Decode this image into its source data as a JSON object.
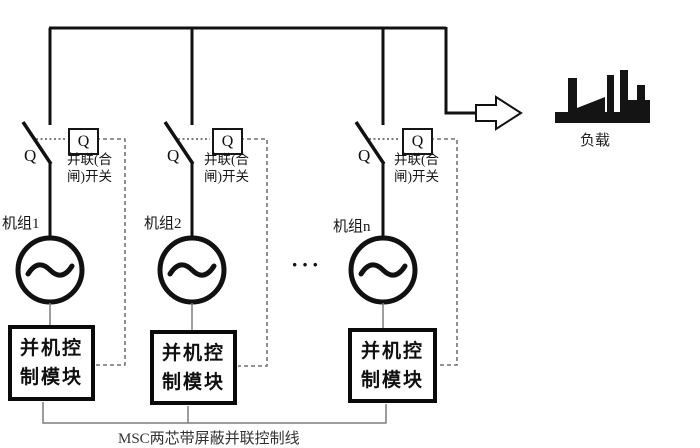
{
  "units": [
    {
      "name": "机组1",
      "switch_label": "Q",
      "breaker_box_label": "Q",
      "breaker_caption_line1": "并联(合",
      "breaker_caption_line2": "闸)开关",
      "module_line1": "并机控",
      "module_line2": "制模块"
    },
    {
      "name": "机组2",
      "switch_label": "Q",
      "breaker_box_label": "Q",
      "breaker_caption_line1": "并联(合",
      "breaker_caption_line2": "闸)开关",
      "module_line1": "并机控",
      "module_line2": "制模块"
    },
    {
      "name": "机组n",
      "switch_label": "Q",
      "breaker_box_label": "Q",
      "breaker_caption_line1": "并联(合",
      "breaker_caption_line2": "闸)开关",
      "module_line1": "并机控",
      "module_line2": "制模块"
    }
  ],
  "ellipsis": "···",
  "load": {
    "label": "负载"
  },
  "bus_caption": "MSC两芯带屏蔽并联控制线",
  "colors": {
    "line": "#111111",
    "thin_line": "#7d7d7d",
    "dashed_line": "#555555",
    "background": "#ffffff",
    "text": "#111111"
  }
}
